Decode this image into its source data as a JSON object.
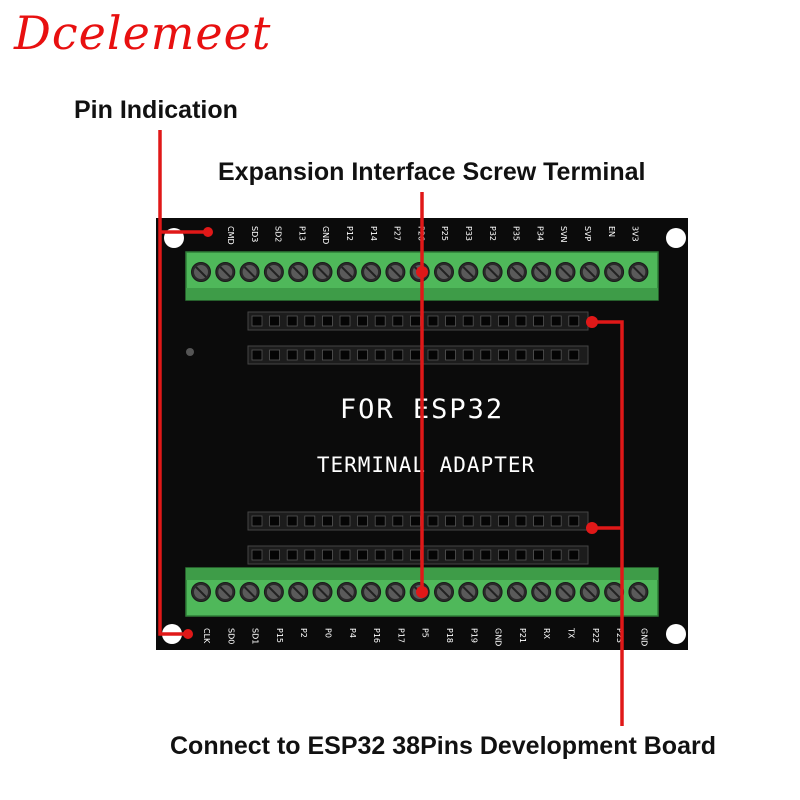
{
  "brand": "Dcelemeet",
  "callouts": {
    "pin_indication": "Pin Indication",
    "screw_terminal": "Expansion Interface Screw Terminal",
    "connect": "Connect to ESP32 38Pins Development Board"
  },
  "board": {
    "title": "FOR ESP32",
    "subtitle": "TERMINAL ADAPTER",
    "top_pins": [
      "CMD",
      "SD3",
      "SD2",
      "P13",
      "GND",
      "P12",
      "P14",
      "P27",
      "P26",
      "P25",
      "P33",
      "P32",
      "P35",
      "P34",
      "SVN",
      "SVP",
      "EN",
      "3V3"
    ],
    "bottom_pins": [
      "CLK",
      "SD0",
      "SD1",
      "P15",
      "P2",
      "P0",
      "P4",
      "P16",
      "P17",
      "P5",
      "P18",
      "P19",
      "GND",
      "P21",
      "RX",
      "TX",
      "P22",
      "P23",
      "GND"
    ]
  },
  "colors": {
    "brand": "#e81010",
    "board": "#0b0b0b",
    "terminal": "#4fb85a",
    "pointer": "#e01818",
    "silkscreen": "#ffffff"
  }
}
